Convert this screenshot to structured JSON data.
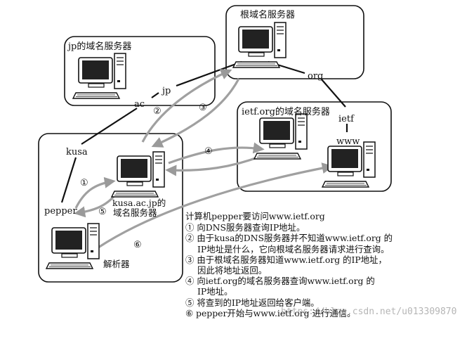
{
  "boxes": {
    "root": "根域名服务器",
    "jp": "jp的域名服务器",
    "ietf": "ietf.org的域名服务器"
  },
  "nodes": {
    "org": "org",
    "jp": "jp",
    "ac": "ac",
    "kusa": "kusa",
    "pepper": "pepper",
    "ietf": "ietf",
    "www": "www",
    "kusa_server_line1": "kusa.ac.jp的",
    "kusa_server_line2": "域名服务器",
    "resolver": "解析器"
  },
  "step_numbers": {
    "s1": "①",
    "s2": "②",
    "s3": "③",
    "s4": "④",
    "s5": "⑤",
    "s6": "⑥"
  },
  "legend": {
    "title": "计算机pepper要访问www.ietf.org",
    "items": [
      {
        "lines": [
          "① 向DNS服务器查询IP地址。"
        ]
      },
      {
        "lines": [
          "② 由于kusa的DNS服务器并不知道www.ietf.org 的",
          "IP地址是什么，它向根域名服务器请求进行查询。"
        ]
      },
      {
        "lines": [
          "③ 由于根域名服务器知道www.ietf.org 的IP地址，",
          "因此将地址返回。"
        ]
      },
      {
        "lines": [
          "④ 向ietf.org的域名服务器查询www.ietf.org 的",
          "IP地址。"
        ]
      },
      {
        "lines": [
          "⑤ 将查到的IP地址返回给客户端。"
        ]
      },
      {
        "lines": [
          "⑥ pepper开始与www.ietf.org 进行通信。"
        ]
      }
    ]
  },
  "watermark": "https://blog.csdn.net/u013309870"
}
